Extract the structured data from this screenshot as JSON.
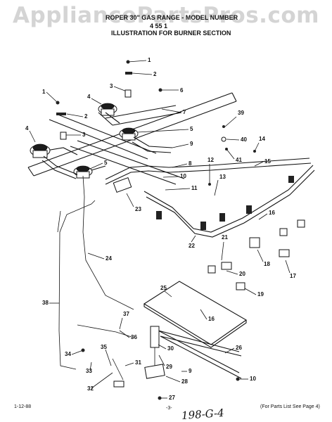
{
  "watermark": "AppliancePartsPros.com",
  "header": {
    "line1": "ROPER 30\" GAS RANGE - MODEL NUMBER",
    "line2": "4 55 1",
    "line3": "ILLUSTRATION FOR BURNER SECTION"
  },
  "footer": {
    "date": "1-12-88",
    "page": "-3-",
    "note": "(For Parts List See Page 4)",
    "handwritten": "198-G-4"
  },
  "callouts": [
    "1",
    "2",
    "3",
    "4",
    "5",
    "6",
    "7",
    "8",
    "9",
    "10",
    "11",
    "12",
    "13",
    "14",
    "15",
    "16",
    "17",
    "18",
    "19",
    "20",
    "21",
    "22",
    "23",
    "24",
    "25",
    "26",
    "27",
    "28",
    "29",
    "30",
    "31",
    "32",
    "33",
    "34",
    "35",
    "36",
    "37",
    "38",
    "39",
    "40",
    "41"
  ]
}
